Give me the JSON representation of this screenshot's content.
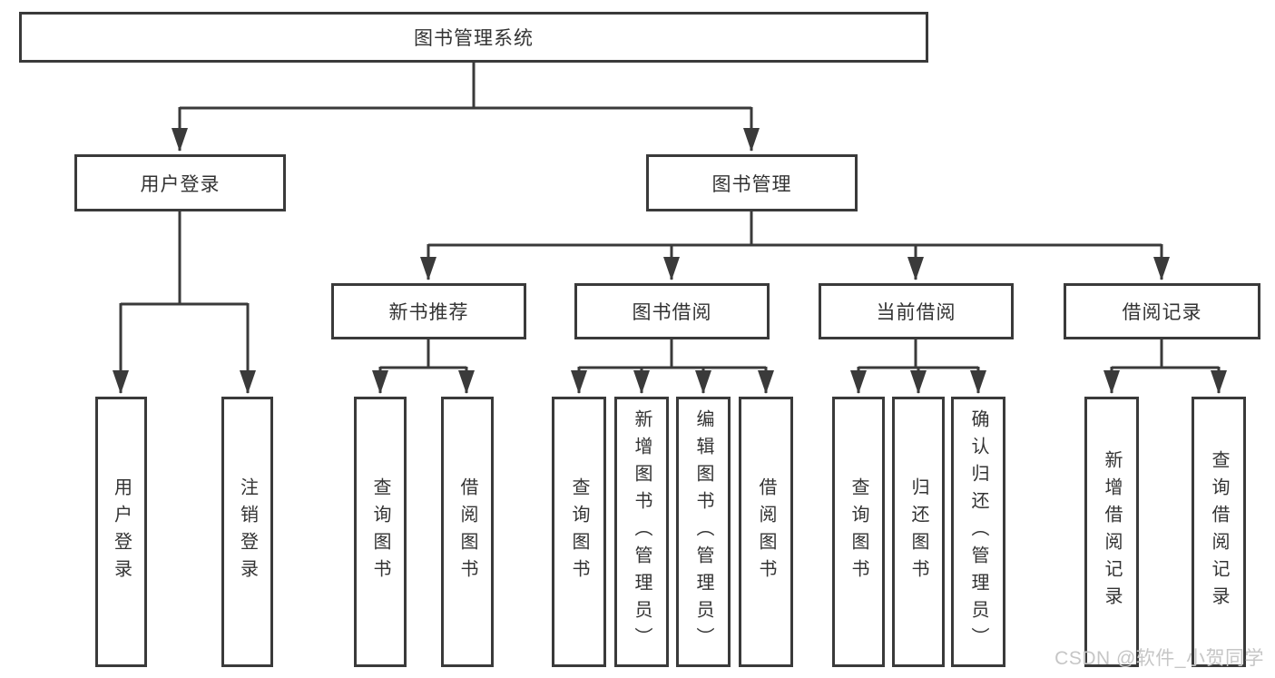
{
  "diagram": {
    "root": "图书管理系统",
    "level2": [
      "用户登录",
      "图书管理"
    ],
    "level3": [
      "新书推荐",
      "图书借阅",
      "当前借阅",
      "借阅记录"
    ],
    "leaves": {
      "user_login": [
        "用户登录",
        "注销登录"
      ],
      "new_book": [
        "查询图书",
        "借阅图书"
      ],
      "book_borrow": [
        "查询图书",
        "新增图书（管理员）",
        "编辑图书（管理员）",
        "借阅图书"
      ],
      "current_borrow": [
        "查询图书",
        "归还图书",
        "确认归还（管理员）"
      ],
      "borrow_record": [
        "新增借阅记录",
        "查询借阅记录"
      ]
    }
  },
  "watermark": "CSDN @软件_小贺同学",
  "colors": {
    "line": "#3a3a3a",
    "text": "#333333",
    "watermark": "#c6c6c6"
  }
}
